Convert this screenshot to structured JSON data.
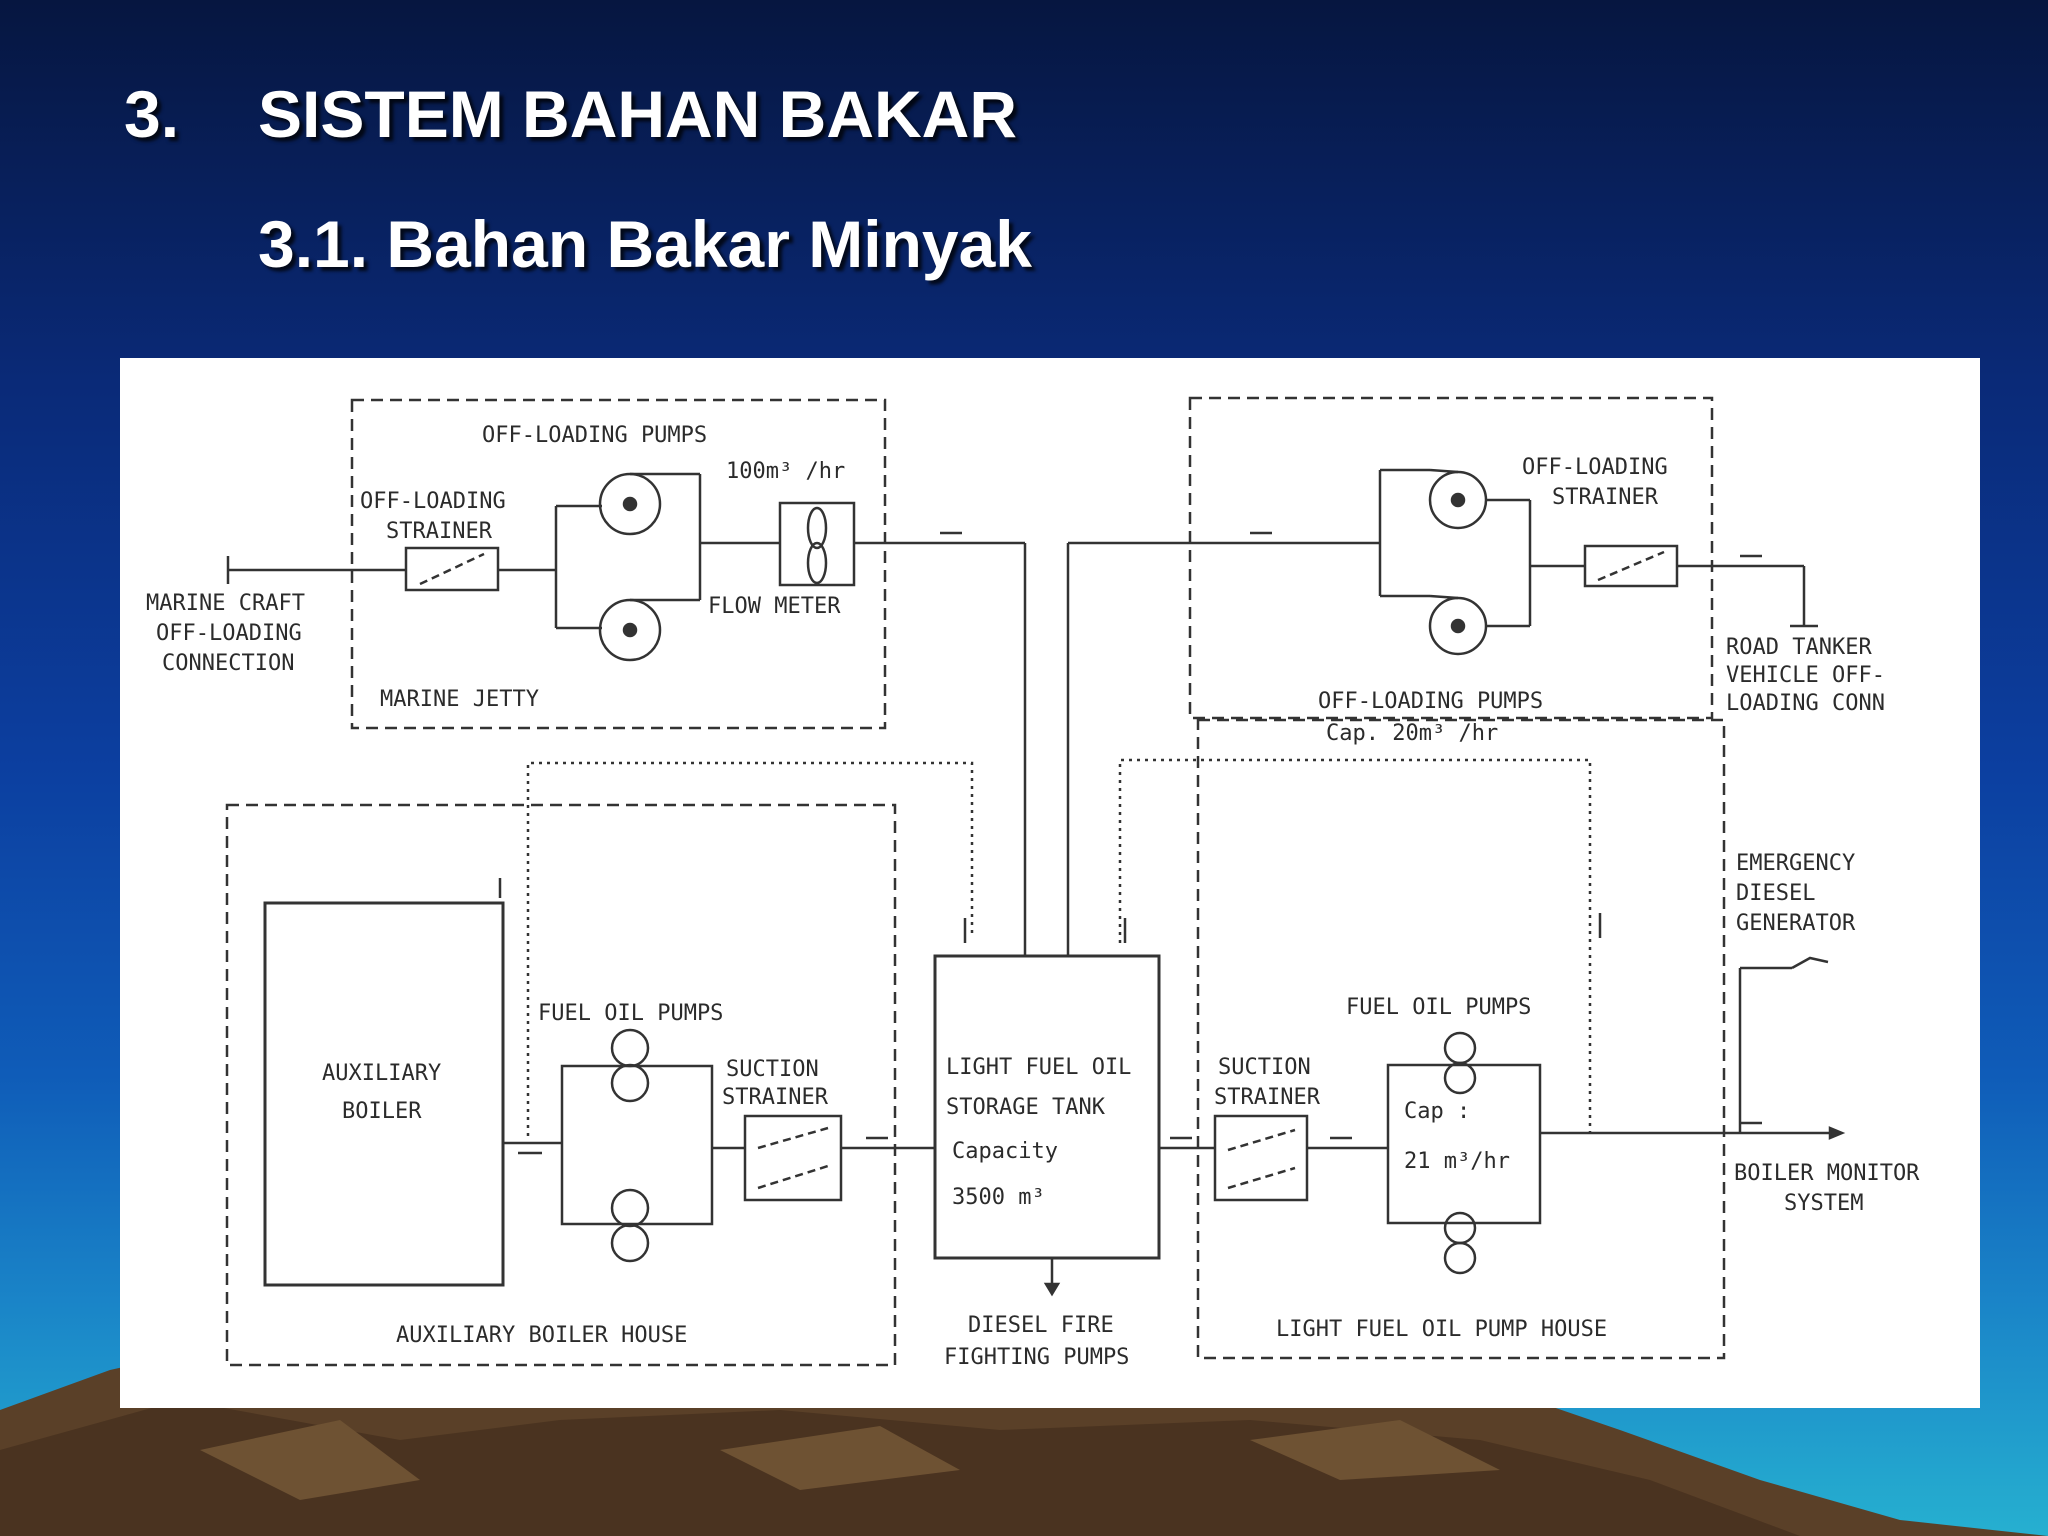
{
  "slide": {
    "section_number": "3.",
    "title": "SISTEM BAHAN BAKAR",
    "subtitle": "3.1. Bahan Bakar Minyak"
  },
  "diagram": {
    "marine_jetty": {
      "area_label": "MARINE JETTY",
      "pumps_label": "OFF-LOADING PUMPS",
      "pumps_rate": "100m³ /hr",
      "strainer_label_1": "OFF-LOADING",
      "strainer_label_2": "STRAINER",
      "flow_meter_label": "FLOW METER",
      "connection_label_1": "MARINE CRAFT",
      "connection_label_2": "OFF-LOADING",
      "connection_label_3": "CONNECTION"
    },
    "road_tanker": {
      "strainer_label_1": "OFF-LOADING",
      "strainer_label_2": "STRAINER",
      "pumps_label": "OFF-LOADING PUMPS",
      "pumps_cap": "Cap. 20m³ /hr",
      "connection_label_1": "ROAD TANKER",
      "connection_label_2": "VEHICLE OFF-",
      "connection_label_3": "LOADING CONN"
    },
    "auxiliary_boiler_house": {
      "area_label": "AUXILIARY BOILER HOUSE",
      "boiler_label_1": "AUXILIARY",
      "boiler_label_2": "BOILER",
      "pumps_label": "FUEL OIL PUMPS",
      "strainer_label_1": "SUCTION",
      "strainer_label_2": "STRAINER"
    },
    "storage_tank": {
      "label_1": "LIGHT FUEL OIL",
      "label_2": "STORAGE TANK",
      "capacity_label": "Capacity",
      "capacity_value": "3500 m³",
      "outlet_label_1": "DIESEL FIRE",
      "outlet_label_2": "FIGHTING PUMPS"
    },
    "pump_house": {
      "area_label": "LIGHT FUEL OIL PUMP HOUSE",
      "pumps_label": "FUEL OIL PUMPS",
      "strainer_label_1": "SUCTION",
      "strainer_label_2": "STRAINER",
      "cap_label": "Cap :",
      "cap_value": "21 m³/hr"
    },
    "outputs": {
      "generator_label_1": "EMERGENCY",
      "generator_label_2": "DIESEL",
      "generator_label_3": "GENERATOR",
      "boiler_monitor_label_1": "BOILER MONITOR",
      "boiler_monitor_label_2": "SYSTEM"
    }
  }
}
